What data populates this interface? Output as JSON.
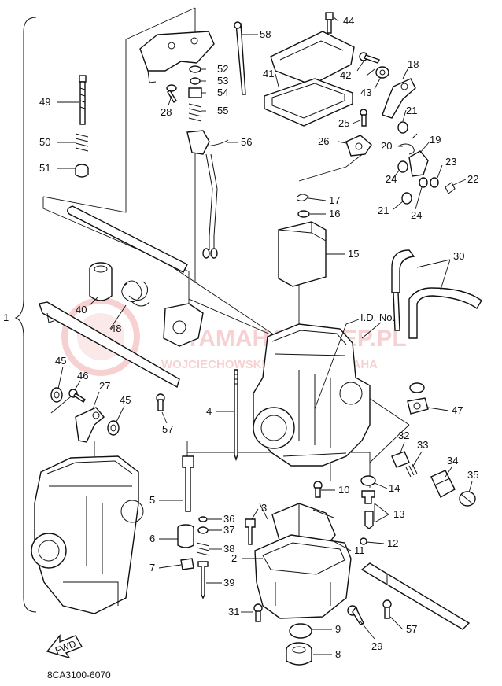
{
  "diagram": {
    "watermark_main": "YAMAHA-SKLEP.PL",
    "watermark_sub": "WOJCIECHOWSKI - DEALER YAMAHA",
    "fwd_label": "FWD",
    "drawing_code": "8CA3100-6070",
    "id_label": "I.D. No.",
    "callouts": [
      "1",
      "2",
      "3",
      "4",
      "5",
      "6",
      "7",
      "8",
      "9",
      "10",
      "11",
      "12",
      "13",
      "14",
      "15",
      "16",
      "17",
      "18",
      "19",
      "20",
      "21",
      "21",
      "22",
      "23",
      "24",
      "24",
      "25",
      "26",
      "27",
      "28",
      "29",
      "30",
      "31",
      "32",
      "33",
      "34",
      "35",
      "36",
      "37",
      "38",
      "39",
      "40",
      "41",
      "42",
      "43",
      "44",
      "45",
      "45",
      "46",
      "47",
      "48",
      "49",
      "50",
      "51",
      "52",
      "53",
      "54",
      "55",
      "56",
      "57",
      "57",
      "58"
    ]
  }
}
